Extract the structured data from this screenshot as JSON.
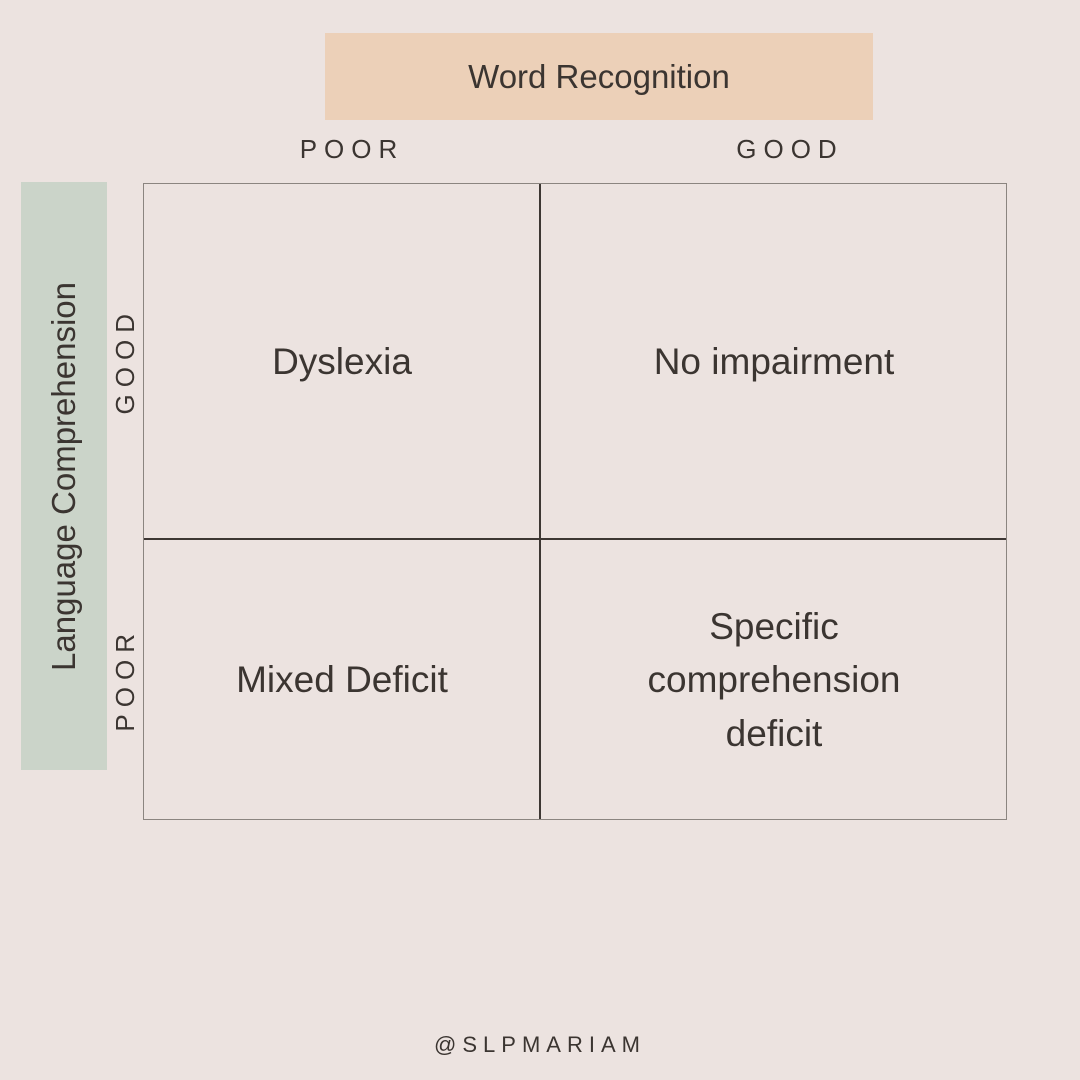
{
  "colors": {
    "background": "#ece3e0",
    "header_box": "#ecd0b8",
    "sidebar_box": "#cbd4c9",
    "text": "#3b3531",
    "grid_outer_border": "#8b8580",
    "grid_inner_line": "#3d3733"
  },
  "top_axis": {
    "title": "Word Recognition",
    "left_label": "POOR",
    "right_label": "GOOD"
  },
  "left_axis": {
    "title": "Language Comprehension",
    "top_label": "GOOD",
    "bottom_label": "POOR"
  },
  "quadrants": {
    "top_left": "Dyslexia",
    "top_right": "No impairment",
    "bottom_left": "Mixed Deficit",
    "bottom_right": "Specific comprehension deficit"
  },
  "footer": {
    "handle": "@SLPMARIAM"
  }
}
